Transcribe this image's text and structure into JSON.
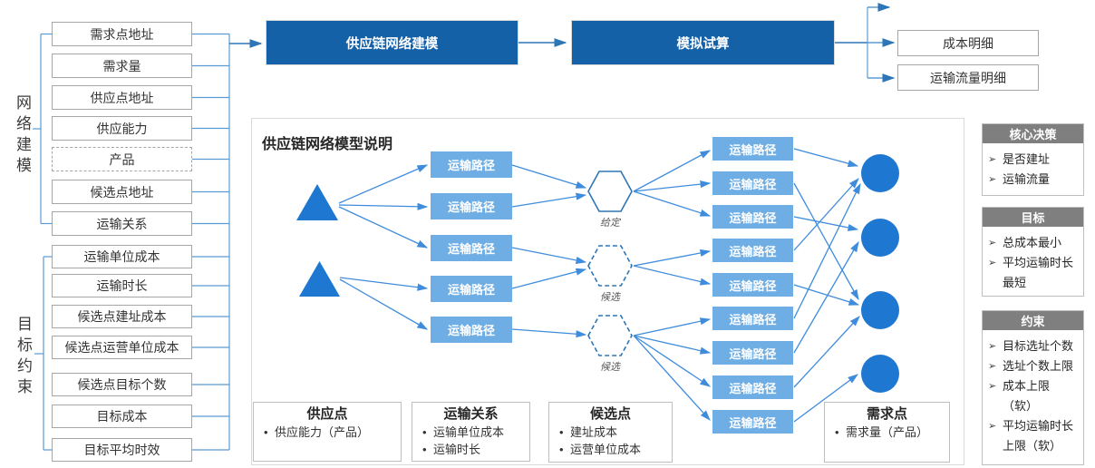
{
  "left_groups": [
    {
      "label": "网络建模",
      "items": [
        "需求点地址",
        "需求量",
        "供应点地址",
        "供应能力",
        "产品",
        "候选点地址",
        "运输关系"
      ]
    },
    {
      "label": "目标约束",
      "items": [
        "运输单位成本",
        "运输时长",
        "候选点建址成本",
        "候选点运营单位成本",
        "候选点目标个数",
        "目标成本",
        "目标平均时效"
      ]
    }
  ],
  "flow": {
    "step1": "供应链网络建模",
    "step2": "模拟试算",
    "outputs": [
      "成本明细",
      "运输流量明细"
    ]
  },
  "panel": {
    "title": "供应链网络模型说明",
    "path_label": "运输路径",
    "hex_labels": [
      "给定",
      "候选",
      "候选"
    ],
    "legend": [
      {
        "title": "供应点",
        "bullets": [
          "供应能力（产品）"
        ]
      },
      {
        "title": "运输关系",
        "bullets": [
          "运输单位成本",
          "运输时长"
        ]
      },
      {
        "title": "候选点",
        "bullets": [
          "建址成本",
          "运营单位成本"
        ]
      },
      {
        "title": "需求点",
        "bullets": [
          "需求量（产品）"
        ]
      }
    ]
  },
  "right_panels": [
    {
      "title": "核心决策",
      "items": [
        "是否建址",
        "运输流量"
      ]
    },
    {
      "title": "目标",
      "items": [
        "总成本最小",
        "平均运输时长最短"
      ]
    },
    {
      "title": "约束",
      "items": [
        "目标选址个数",
        "选址个数上限",
        "成本上限（软）",
        "平均运输时长上限（软）"
      ]
    }
  ],
  "icons": {
    "bullet": "•",
    "list_arrow": "➢"
  },
  "colors": {
    "flow_box_blue": "#1561a8",
    "path_box_blue": "#6faee4",
    "shape_blue": "#1e78d2",
    "hex_stroke_blue": "#2e75b6",
    "arrow_blue": "#3f8cdc",
    "connector_blue": "#5b9bd5",
    "header_gray": "#7f7f7f",
    "box_border_gray": "#a6a6a6"
  }
}
